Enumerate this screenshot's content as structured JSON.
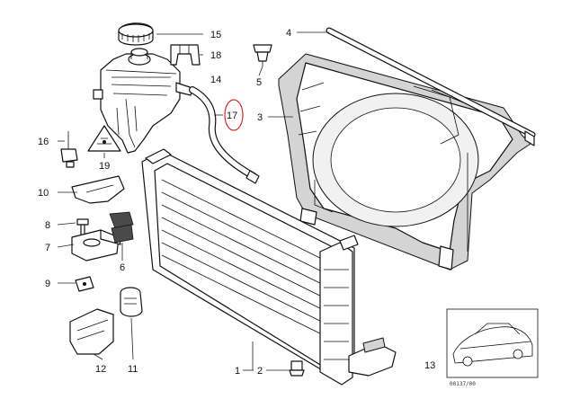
{
  "diagram": {
    "highlight_color": "#d02a2a",
    "callouts": {
      "c1": "1",
      "c2": "2",
      "c3": "3",
      "c4": "4",
      "c5": "5",
      "c6": "6",
      "c7": "7",
      "c8": "8",
      "c9": "9",
      "c10": "10",
      "c11": "11",
      "c12": "12",
      "c13": "13",
      "c14": "14",
      "c15": "15",
      "c16": "16",
      "c17": "17",
      "c18": "18",
      "c19": "19"
    },
    "reference_code": "00137/00"
  }
}
